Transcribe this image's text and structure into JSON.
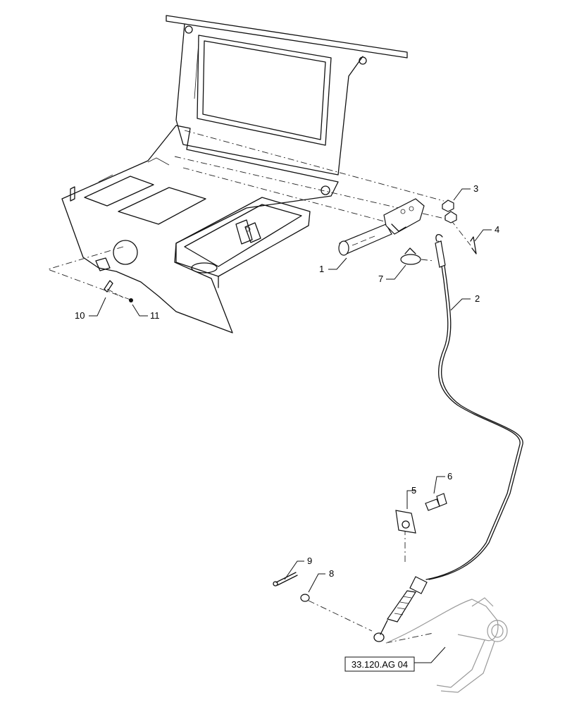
{
  "callouts": [
    {
      "id": "c1",
      "text": "1"
    },
    {
      "id": "c2",
      "text": "2"
    },
    {
      "id": "c3",
      "text": "3"
    },
    {
      "id": "c4",
      "text": "4"
    },
    {
      "id": "c5",
      "text": "5"
    },
    {
      "id": "c6",
      "text": "6"
    },
    {
      "id": "c7",
      "text": "7"
    },
    {
      "id": "c8",
      "text": "8"
    },
    {
      "id": "c9",
      "text": "9"
    },
    {
      "id": "c10",
      "text": "10"
    },
    {
      "id": "c11",
      "text": "11"
    }
  ],
  "reference": {
    "text": "33.120.AG 04"
  },
  "colors": {
    "line": "#111111",
    "ghost": "#9a9a9a",
    "background": "#ffffff"
  }
}
